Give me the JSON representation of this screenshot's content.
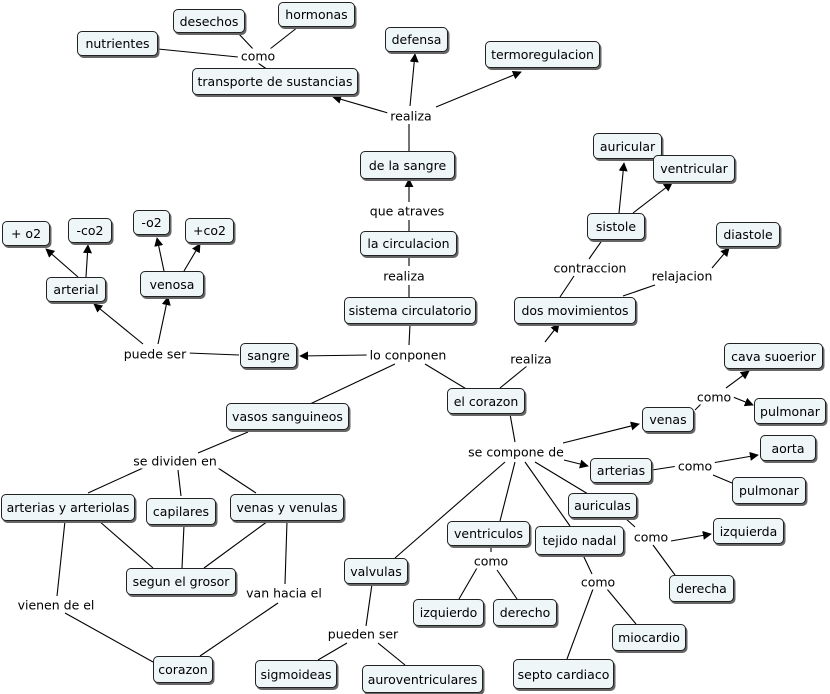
{
  "concepts": {
    "hormonas": "hormonas",
    "desechos": "desechos",
    "nutrientes": "nutrientes",
    "transporte": "transporte de sustancias",
    "defensa": "defensa",
    "termoregulacion": "termoregulacion",
    "de_la_sangre": "de la sangre",
    "la_circulacion": "la circulacion",
    "sistema_circulatorio": "sistema circulatorio",
    "auricular": "auricular",
    "ventricular": "ventricular",
    "sistole": "sistole",
    "diastole": "diastole",
    "dos_movimientos": "dos movimientos",
    "mas_o2": "+ o2",
    "menos_co2": "-co2",
    "menos_o2": "-o2",
    "mas_co2": "+co2",
    "arterial": "arterial",
    "venosa": "venosa",
    "sangre": "sangre",
    "el_corazon": "el corazon",
    "vasos_sanguineos": "vasos sanguineos",
    "cava_superior": "cava suoerior",
    "venas": "venas",
    "pulmonar_1": "pulmonar",
    "aorta": "aorta",
    "arterias": "arterias",
    "pulmonar_2": "pulmonar",
    "arterias_y_arteriolas": "arterias y arteriolas",
    "capilares": "capilares",
    "venas_y_venulas": "venas y venulas",
    "auriculas": "auriculas",
    "izquierda": "izquierda",
    "ventriculos": "ventriculos",
    "tejido_nadal": "tejido nadal",
    "segun_el_grosor": "segun el grosor",
    "valvulas": "valvulas",
    "derecha": "derecha",
    "izquierdo": "izquierdo",
    "derecho": "derecho",
    "miocardio": "miocardio",
    "corazon": "corazon",
    "sigmoideas": "sigmoideas",
    "auroventriculares": "auroventriculares",
    "septo_cardiaco": "septo cardiaco"
  },
  "links": {
    "como_transporte": "como",
    "realiza_top": "realiza",
    "que_atraves": "que atraves",
    "realiza_mid": "realiza",
    "contraccion": "contraccion",
    "relajacion": "relajacion",
    "puede_ser": "puede ser",
    "lo_conponen": "lo conponen",
    "realiza_corazon": "realiza",
    "como_venas": "como",
    "se_compone_de": "se compone de",
    "como_arterias": "como",
    "se_dividen_en": "se dividen en",
    "como_auriculas": "como",
    "como_ventriculos": "como",
    "como_tejido": "como",
    "vienen_de_el": "vienen de el",
    "van_hacia_el": "van hacia el",
    "pueden_ser": "pueden ser"
  },
  "colors": {
    "node_fill": "#eef6f8",
    "node_border": "#222222",
    "line": "#000000"
  }
}
